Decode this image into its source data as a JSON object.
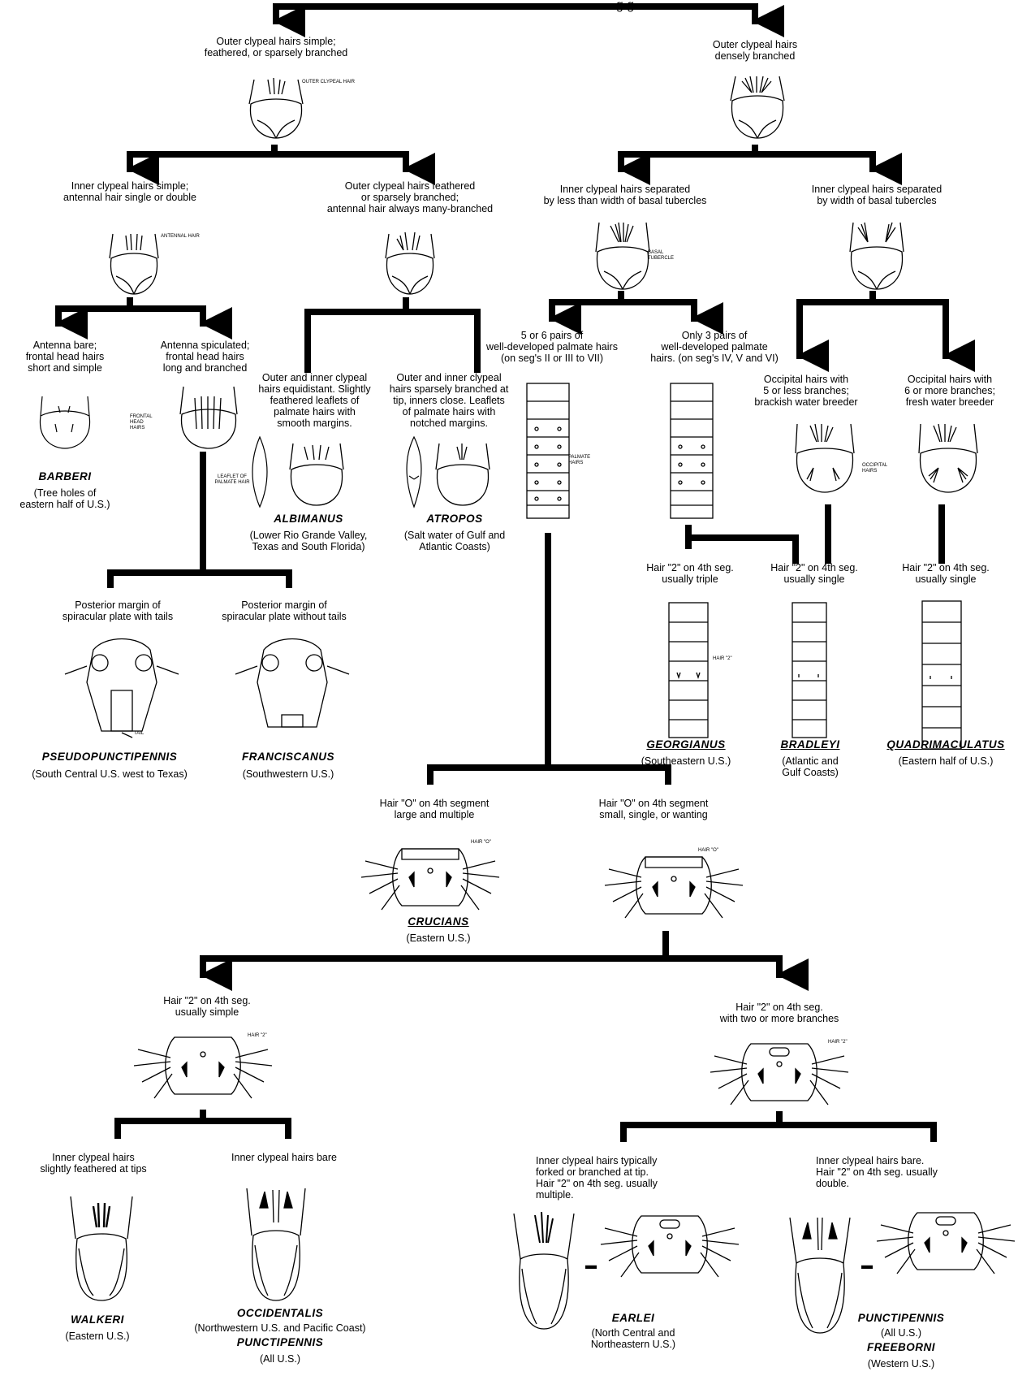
{
  "key": {
    "header_fragment": "g       g",
    "n1_left": "Outer clypeal hairs simple;\nfeathered, or sparsely branched",
    "n1_right": "Outer clypeal hairs\ndensely branched",
    "label_outer_clypeal_hair": "OUTER CLYPEAL HAIR",
    "n2_a": "Inner clypeal hairs simple;\nantennal hair single or double",
    "n2_b": "Outer clypeal hairs feathered\nor sparsely branched;\nantennal hair always many-branched",
    "n2_c": "Inner clypeal hairs separated\nby less than width of basal tubercles",
    "n2_d": "Inner clypeal hairs separated\nby width of basal tubercles",
    "label_antennal_hair": "ANTENNAL HAIR",
    "label_basal_tubercle": "BASAL\nTUBERCLE",
    "n3_a": "Antenna bare;\nfrontal head hairs\nshort and simple",
    "n3_b": "Antenna spiculated;\nfrontal head hairs\nlong and branched",
    "label_frontal_head_hairs": "FRONTAL\nHEAD\nHAIRS",
    "n3_c": "Outer and inner clypeal\nhairs equidistant. Slightly\nfeathered leaflets of\npalmate hairs with\nsmooth margins.",
    "n3_d": "Outer and inner clypeal\nhairs sparsely branched at\ntip, inners close. Leaflets\nof palmate hairs with\nnotched margins.",
    "label_leaflet_palmate_hair": "LEAFLET OF\nPALMATE HAIR",
    "n3_e": "5 or 6 pairs of\nwell-developed palmate hairs\n(on seg's II or III to VII)",
    "n3_f": "Only 3 pairs of\nwell-developed palmate\nhairs. (on seg's IV, V and VI)",
    "label_palmate_hairs": "PALMATE\nHAIRS",
    "n3_g": "Occipital hairs with\n5 or less branches;\nbrackish water breeder",
    "n3_h": "Occipital hairs with\n6 or more branches;\nfresh water breeder",
    "label_occipital_hairs": "OCCIPITAL\nHAIRS",
    "sp_barberi": "BARBERI",
    "hab_barberi": "(Tree holes of\neastern half of U.S.)",
    "sp_albimanus": "ALBIMANUS",
    "hab_albimanus": "(Lower Rio Grande Valley,\nTexas and South Florida)",
    "sp_atropos": "ATROPOS",
    "hab_atropos": "(Salt water of Gulf and\nAtlantic Coasts)",
    "n4_a": "Hair \"2\" on 4th seg.\nusually triple",
    "n4_b": "Hair \"2\" on 4th seg.\nusually single",
    "n4_c": "Hair \"2\" on 4th seg.\nusually single",
    "label_hair2_a": "HAIR \"2\"",
    "n4_d": "Posterior margin of\nspiracular plate with tails",
    "n4_e": "Posterior margin of\nspiracular plate without tails",
    "label_tail": "TAIL",
    "sp_pseudopunctipennis": "PSEUDOPUNCTIPENNIS",
    "hab_pseudopunctipennis": "(South Central U.S. west to Texas)",
    "sp_franciscanus": "FRANCISCANUS",
    "hab_franciscanus": "(Southwestern U.S.)",
    "sp_georgianus": "GEORGIANUS",
    "hab_georgianus": "(Southeastern U.S.)",
    "sp_bradleyi": "BRADLEYI",
    "hab_bradleyi": "(Atlantic and\nGulf Coasts)",
    "sp_quadrimaculatus": "QUADRIMACULATUS",
    "hab_quadrimaculatus": "(Eastern half of U.S.)",
    "n5_a": "Hair \"O\" on 4th segment\nlarge and multiple",
    "n5_b": "Hair \"O\" on 4th segment\nsmall, single, or wanting",
    "label_hair0_a": "HAIR \"O\"",
    "label_hair0_b": "HAIR \"O\"",
    "sp_crucians": "CRUCIANS",
    "hab_crucians": "(Eastern U.S.)",
    "n6_a": "Hair \"2\" on 4th seg.\nusually simple",
    "n6_b": "Hair \"2\" on 4th seg.\nwith two or more branches",
    "label_hair2_b": "HAIR \"2\"",
    "label_hair2_c": "HAIR \"2\"",
    "n7_a": "Inner clypeal hairs\nslightly feathered at tips",
    "n7_b": "Inner clypeal hairs bare",
    "n7_c": "Inner clypeal hairs typically\nforked or branched at tip.\nHair \"2\" on 4th seg. usually\nmultiple.",
    "n7_d": "Inner clypeal hairs bare.\nHair \"2\" on 4th seg. usually\ndouble.",
    "sp_walkeri": "WALKERI",
    "hab_walkeri": "(Eastern U.S.)",
    "sp_occidentalis": "OCCIDENTALIS",
    "hab_occidentalis": "(Northwestern U.S. and Pacific Coast)",
    "sp_punctipennis_a": "PUNCTIPENNIS",
    "hab_punctipennis_a": "(All U.S.)",
    "sp_earlei": "EARLEI",
    "hab_earlei": "(North Central and\nNortheastern U.S.)",
    "sp_punctipennis_b": "PUNCTIPENNIS",
    "hab_punctipennis_b": "(All U.S.)",
    "sp_freeborni": "FREEBORNI",
    "hab_freeborni": "(Western U.S.)"
  }
}
